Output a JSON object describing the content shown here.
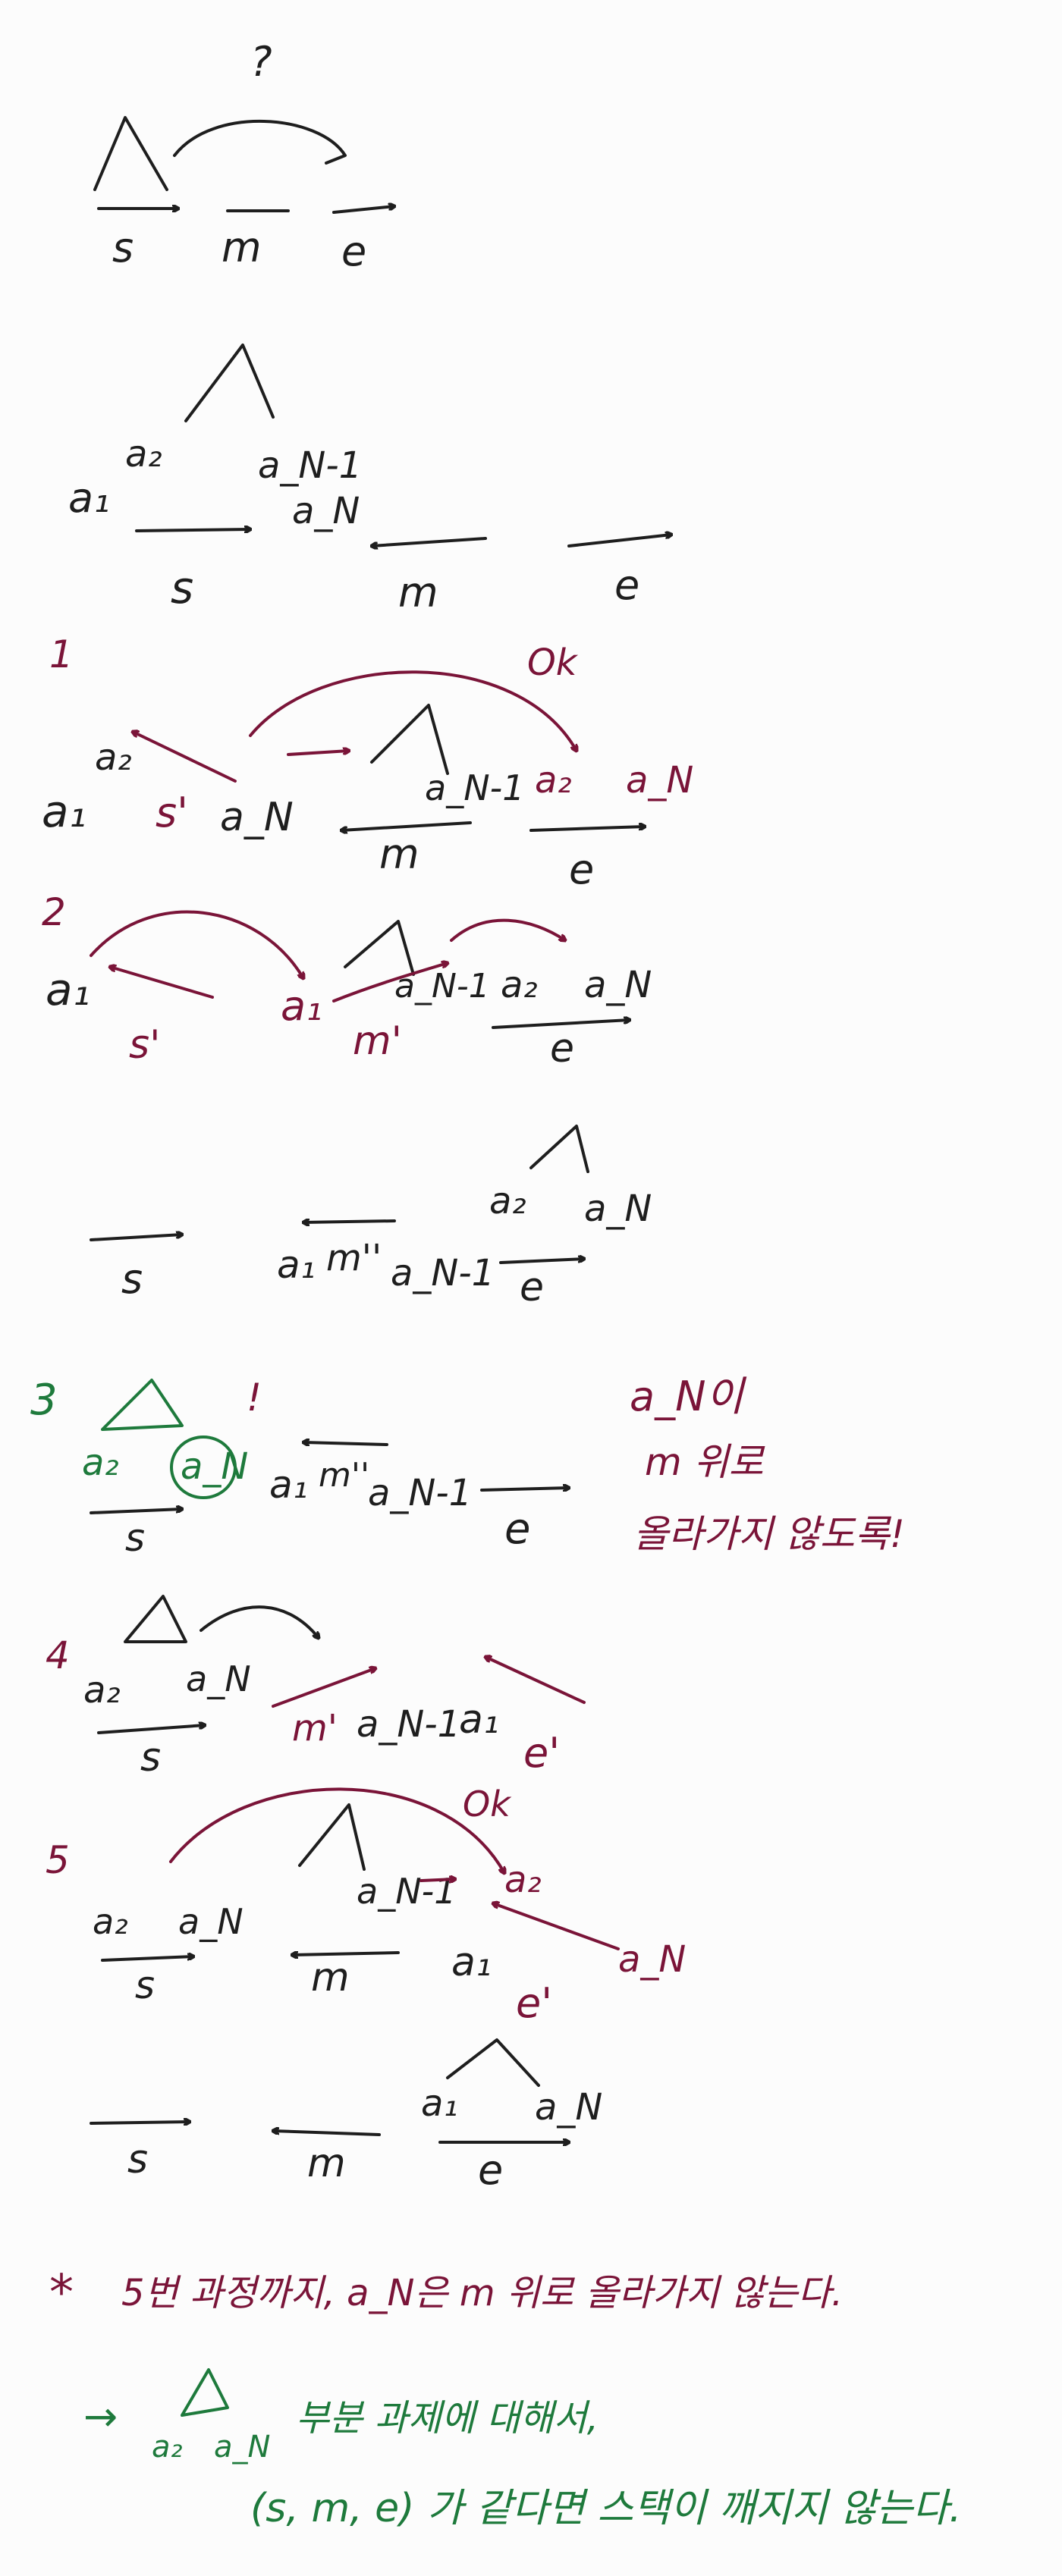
{
  "colors": {
    "ink": "#1e1e1e",
    "accent_red": "#7a1438",
    "accent_green": "#1e7a3c",
    "paper": "#fcfcfc"
  },
  "labels": {
    "q": "?",
    "s": "s",
    "m": "m",
    "e": "e",
    "a1": "a₁",
    "a2": "a₂",
    "aN": "a_N",
    "aNm1": "a_N-1",
    "s_prime": "s'",
    "m_prime": "m'",
    "m_dprime": "m''",
    "e_prime": "e'",
    "ok": "Ok",
    "bang": "!"
  },
  "steps": {
    "n1": "1",
    "n2": "2",
    "n3": "3",
    "n4": "4",
    "n5": "5"
  },
  "notes": {
    "aN_line1": "a_N이",
    "aN_line2": "m 위로",
    "aN_line3": "올라가지 않도록!",
    "star": "*",
    "conclusion_1": "5번 과정까지, a_N은 m 위로 올라가지 않는다.",
    "arrow": "→",
    "conclusion_2a": "부분 과제에 대해서,",
    "conclusion_2b": "(s, m, e) 가 같다면 스택이 깨지지 않는다."
  }
}
